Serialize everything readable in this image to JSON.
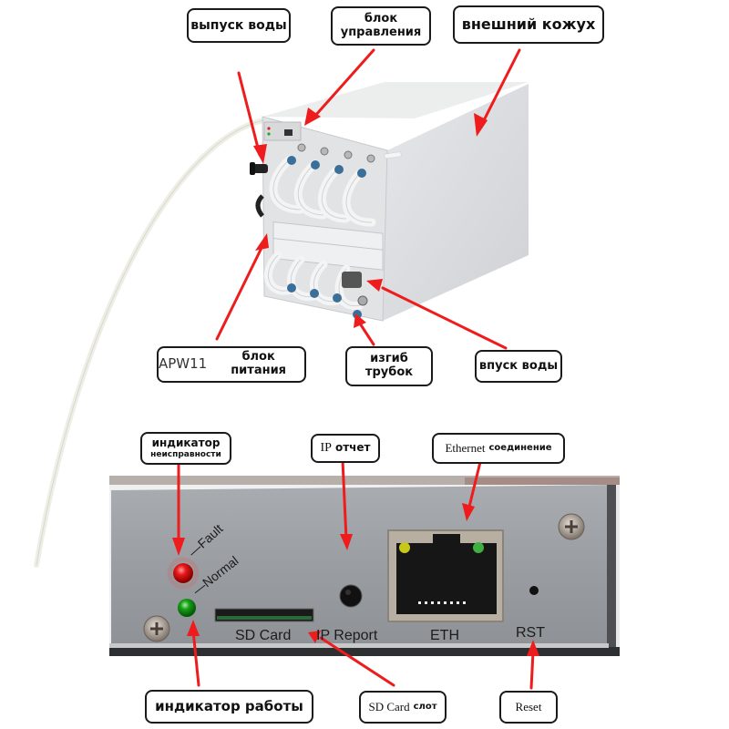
{
  "top_callouts": {
    "water_outlet": "выпуск воды",
    "control_unit_line1": "блок",
    "control_unit_line2": "управления",
    "outer_casing": "внешний кожух",
    "psu_model": "APW11",
    "psu_label": "блок питания",
    "tube_bend_line1": "изгиб",
    "tube_bend_line2": "трубок",
    "water_inlet": "впуск воды"
  },
  "bottom_callouts": {
    "fault_indicator_line1": "индикатор",
    "fault_indicator_line2": "неисправности",
    "ip_report_prefix": "IP",
    "ip_report_suffix": "отчет",
    "ethernet_prefix": "Ethernet",
    "ethernet_suffix": "соединение",
    "work_indicator": "индикатор работы",
    "sd_card_prefix": "SD Card",
    "sd_card_suffix": "слот",
    "reset": "Reset"
  },
  "panel_labels": {
    "fault": "—Fault",
    "normal": "—Normal",
    "sd_card": "SD Card",
    "ip_report": "IP Report",
    "eth": "ETH",
    "rst": "RST"
  },
  "colors": {
    "arrow": "#ee1c1c",
    "led_fault": "#e01818",
    "led_normal": "#1aa01a",
    "panel": "#9a9ea2",
    "casing": "#dcdde0"
  }
}
